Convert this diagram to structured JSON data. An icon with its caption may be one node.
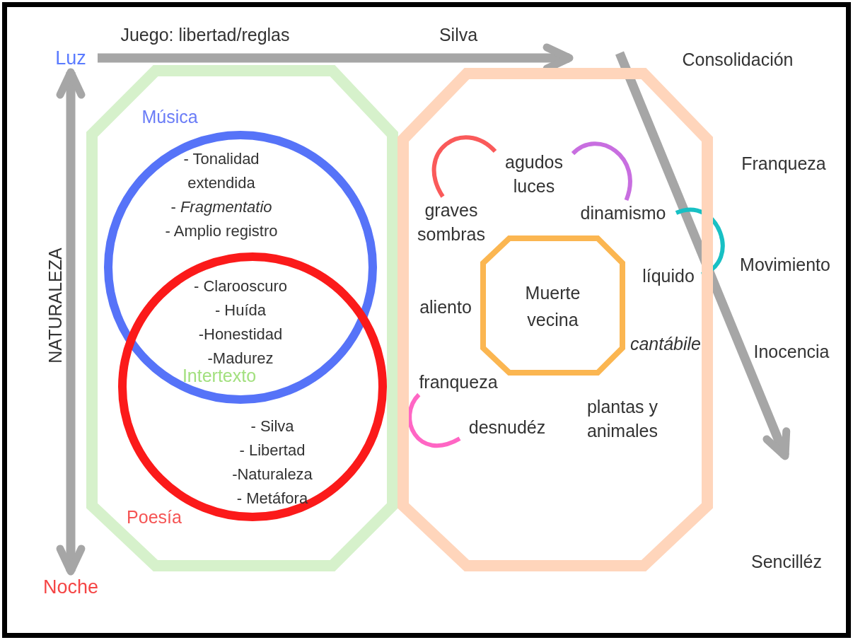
{
  "diagram": {
    "nodes": [
      {
        "text": [
          "Luz"
        ]
      },
      {
        "text": [
          "Noche"
        ]
      },
      {
        "text": [],
        "shape": "octagon"
      },
      {
        "text": [
          "Música",
          "- Tonalidad extendida",
          "- *Fragmentatio*",
          "- Amplio registro"
        ],
        "in": 2
      },
      {
        "text": [
          "Poesía",
          "- Silva",
          "- Libertad",
          "-Naturaleza",
          "- Metáfora"
        ],
        "in": 2
      },
      {
        "text": [],
        "shape": "octagon"
      },
      {
        "text": [
          "graves sombras"
        ],
        "in": 5
      },
      {
        "text": [
          "agudos luces"
        ],
        "in": 5
      },
      {
        "text": [
          "dinamismo"
        ],
        "in": 5
      },
      {
        "text": [
          "líquido"
        ],
        "in": 5
      },
      {
        "text": [
          "Muerte vecina"
        ],
        "in": 5,
        "beside": [
          "cantábile"
        ]
      },
      {
        "text": [
          "franqueza"
        ],
        "in": 5
      },
      {
        "text": [
          "desnudéz"
        ],
        "in": 5
      }
    ],
    "edges": [
      {
        "from": 0,
        "to": 1,
        "arrow": "both",
        "style": "thick",
        "color": "#a6a6a6"
      },
      {
        "from": 0,
        "to": 5,
        "arrow": "to",
        "style": "thick",
        "color": "#a6a6a6"
      },
      {
        "from": 6,
        "to": 7,
        "arrow": "none",
        "color": "#fa5a5a"
      },
      {
        "from": 7,
        "to": 8,
        "arrow": "none",
        "color": "#c86ee0"
      },
      {
        "from": 8,
        "to": 9,
        "arrow": "none",
        "color": "#18c0c4"
      },
      {
        "from": 11,
        "to": 12,
        "arrow": "none",
        "color": "#ff66c4"
      }
    ],
    "labels": [
      "Juego: libertad/reglas",
      "Silva",
      "Consolidación",
      "NATURALEZA",
      "Franqueza",
      "- Clarooscuro",
      "- Huída",
      "-Honestidad",
      "-Madurez",
      "Intertexto",
      "aliento",
      "Movimiento",
      "Inocencia",
      "plantas y animales",
      "Sencilléz"
    ]
  }
}
